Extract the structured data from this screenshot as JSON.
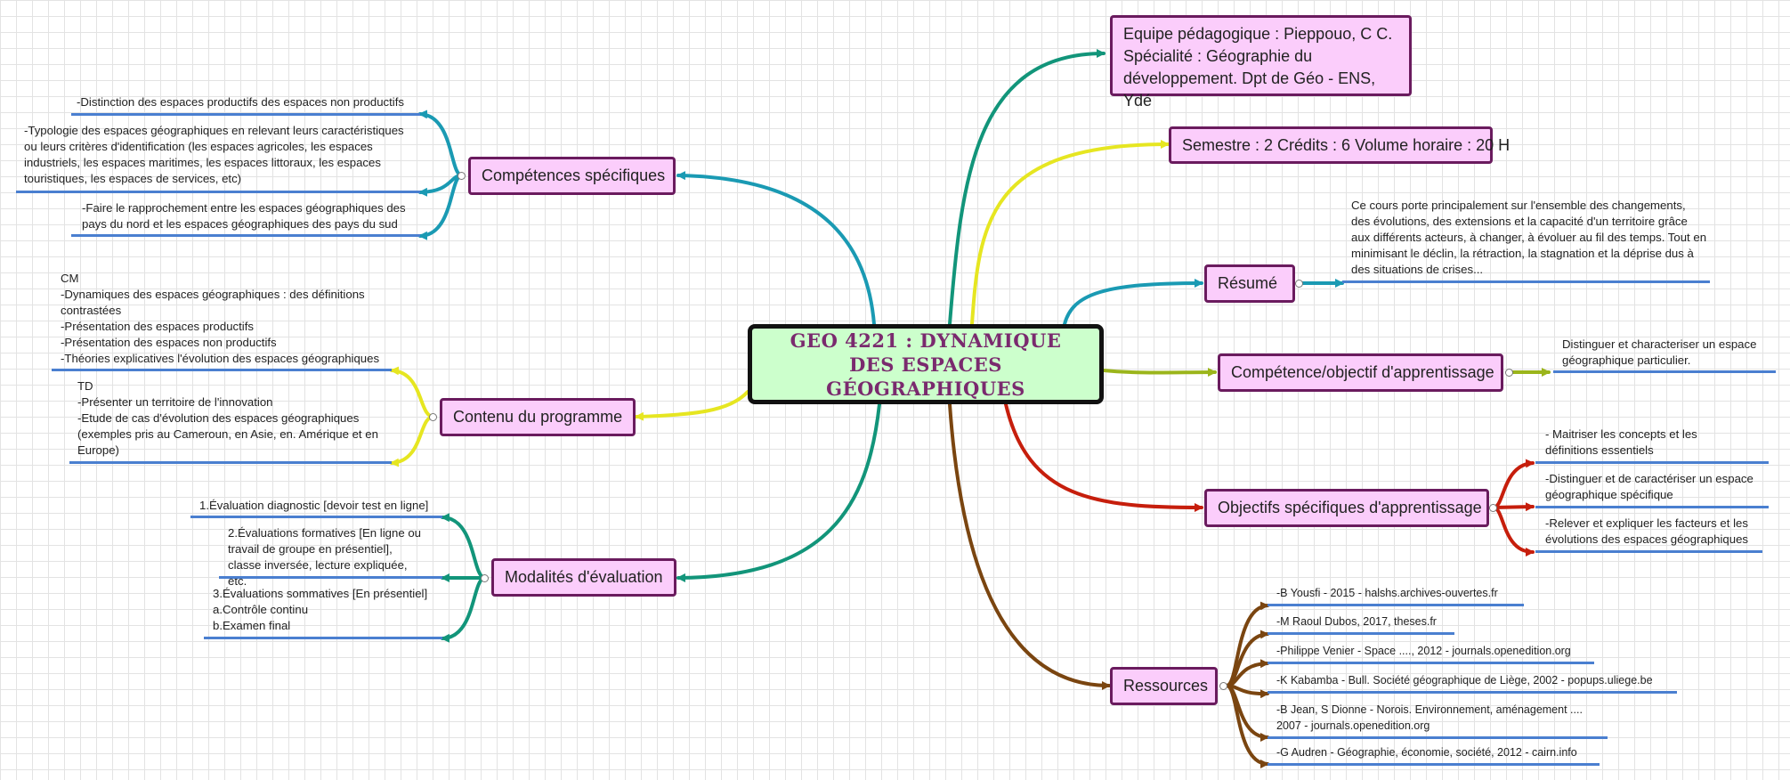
{
  "center": {
    "title": "GEO 4221 : DYNAMIQUE DES ESPACES GÉOGRAPHIQUES"
  },
  "colors": {
    "teal": "#1a9ab3",
    "green": "#12957a",
    "yellow": "#e6e621",
    "olive": "#9bb51b",
    "red": "#c61e0c",
    "brown": "#7a4510",
    "node_bg": "#fbcdfb",
    "node_border": "#6a1b5e",
    "center_bg": "#ccffcc",
    "leaf_line": "#4a7fd0"
  },
  "right": {
    "equipe": "Equipe pédagogique : Pieppouo, C C. Spécialité : Géographie du développement. Dpt de Géo - ENS, Ydé",
    "semestre": "Semestre : 2  Crédits : 6   Volume horaire : 20 H",
    "resume": {
      "label": "Résumé",
      "text": "Ce cours porte principalement sur l'ensemble des changements, des évolutions, des extensions et la capacité d'un territoire grâce aux différents acteurs, à changer, à évoluer au fil des temps. Tout en minimisant le déclin, la rétraction, la stagnation et la déprise dus à des situations de crises..."
    },
    "competence": {
      "label": "Compétence/objectif d'apprentissage",
      "text": "Distinguer et  characteriser un espace géographique particulier."
    },
    "objectifs": {
      "label": "Objectifs spécifiques d'apprentissage",
      "items": [
        "- Maitriser les concepts et les définitions essentiels",
        "-Distinguer et de caractériser un espace géographique spécifique",
        "-Relever et expliquer les facteurs et les évolutions des espaces géographiques"
      ]
    },
    "ressources": {
      "label": "Ressources",
      "items": [
        "-B Yousfi - 2015 -  halshs.archives-ouvertes.fr",
        "-M Raoul Dubos, 2017, theses.fr",
        "-Philippe Venier - Space ...., 2012 - journals.openedition.org",
        "-K Kabamba - Bull. Société géographique de Liège, 2002 - popups.uliege.be",
        "-B Jean, S Dionne - Norois. Environnement, aménagement ....\n2007 - journals.openedition.org",
        "-G Audren - Géographie, économie, société, 2012 - cairn.info"
      ]
    }
  },
  "left": {
    "competences": {
      "label": "Compétences spécifiques",
      "items": [
        "-Distinction des espaces productifs des espaces non productifs",
        "-Typologie des espaces géographiques en relevant leurs caractéristiques ou leurs critères d'identification (les espaces agricoles, les espaces industriels, les espaces maritimes, les espaces littoraux, les espaces touristiques, les espaces de services, etc)",
        "-Faire le rapprochement entre les espaces géographiques des pays du nord et les espaces géographiques des pays du sud"
      ]
    },
    "contenu": {
      "label": "Contenu du programme",
      "cm": "CM\n-Dynamiques des espaces géographiques : des définitions contrastées\n-Présentation des espaces productifs\n-Présentation des espaces non productifs\n-Théories explicatives l'évolution des espaces géographiques",
      "td": "TD\n-Présenter un territoire de l'innovation\n-Etude de cas d'évolution des espaces géographiques (exemples pris au Cameroun, en Asie, en. Amérique et en Europe)"
    },
    "modalites": {
      "label": "Modalités d'évaluation",
      "items": [
        "1.Évaluation diagnostic [devoir test en ligne]",
        "2.Évaluations formatives [En ligne ou travail de groupe en présentiel], classe inversée, lecture expliquée, etc.",
        "3.Évaluations sommatives [En présentiel]\na.Contrôle continu\nb.Examen final"
      ]
    }
  }
}
